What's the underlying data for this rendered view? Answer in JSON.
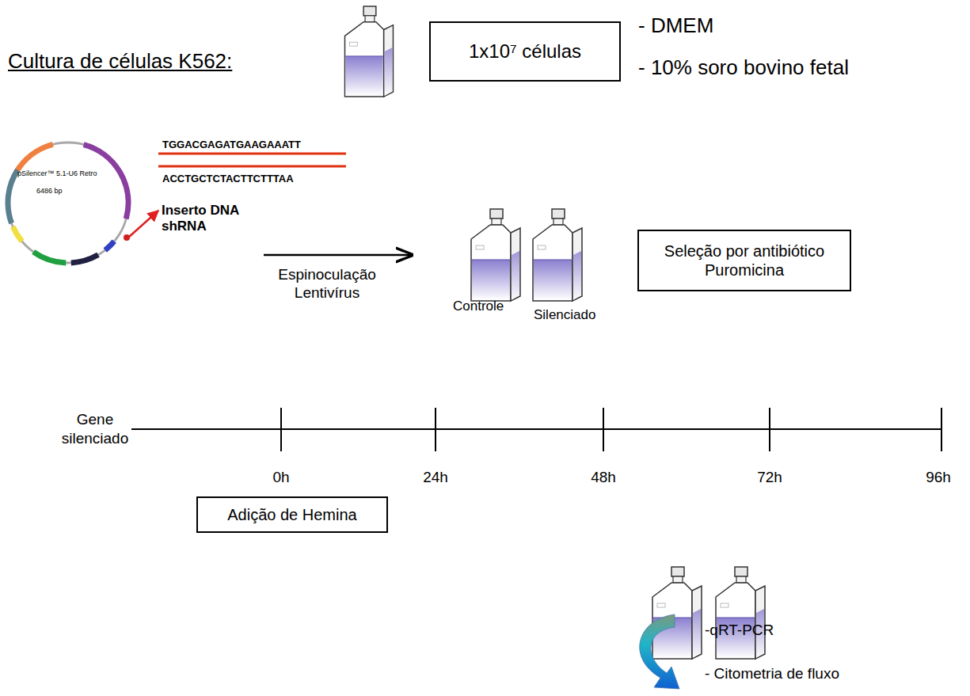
{
  "diagram": {
    "title": "Cultura de células K562:",
    "nodes": [
      {
        "text": [
          "1x10⁷ células"
        ]
      },
      {
        "text": [
          "Seleção por antibiótico Puromicina"
        ]
      },
      {
        "text": [
          "Adição de Hemina"
        ]
      }
    ],
    "labels": [
      "- DMEM",
      "- 10% soro bovino fetal",
      "pSilencer™ 5.1-U6 Retro",
      "6486 bp",
      "TGGACGAGATGAAGAAATT",
      "ACCTGCTCTACTTCTTTAA",
      "Inserto DNA shRNA",
      "Espinoculação Lentivírus",
      "Controle",
      "Silenciado",
      "Gene silenciado",
      "0h",
      "24h",
      "48h",
      "72h",
      "96h",
      "-qRT-PCR",
      "- Citometria de fluxo"
    ]
  }
}
